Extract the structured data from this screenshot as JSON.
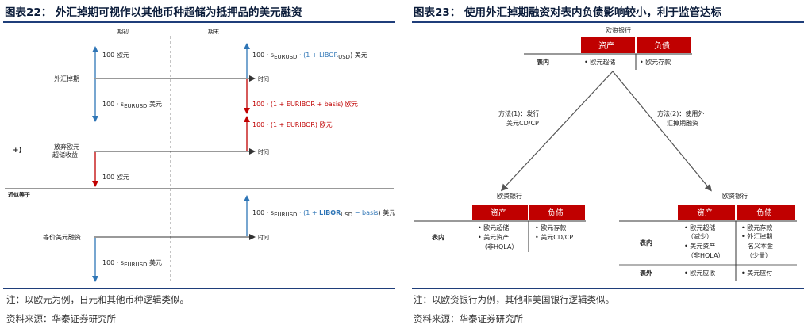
{
  "left": {
    "title": "图表22：  外汇掉期可视作以其他币种超储为抵押品的美元融资",
    "col_initial": "期初",
    "col_final": "期末",
    "row1_label": "外汇掉期",
    "row1_up_initial": "100 欧元",
    "row1_up_final_a": "100 · s",
    "row1_up_final_sub": "EURUSD",
    "row1_up_final_b": " · (1 + LIBOR",
    "row1_up_final_sub2": "USD",
    "row1_up_final_c": ") 美元",
    "row1_time": "时间",
    "row1_down_initial_a": "100 · s",
    "row1_down_initial_sub": "EURUSD",
    "row1_down_initial_b": " 美元",
    "row1_down_final": "100 · (1 + EURIBOR + basis) 欧元",
    "plus": "+)",
    "row2_label_1": "放弃欧元",
    "row2_label_2": "超储收益",
    "row2_up_final": "100 · (1 + EURIBOR) 欧元",
    "row2_time": "时间",
    "row2_down_initial": "100 欧元",
    "approx": "近似等于",
    "row3_label": "等价美元融资",
    "row3_up_final_a": "100 · s",
    "row3_up_final_sub": "EURUSD",
    "row3_up_final_b": " · (1 + ",
    "row3_up_final_c": "LIBOR",
    "row3_up_final_sub2": "USD",
    "row3_up_final_d": " − basis",
    "row3_up_final_e": ") 美元",
    "row3_time": "时间",
    "row3_down_initial_a": "100 · s",
    "row3_down_initial_sub": "EURUSD",
    "row3_down_initial_b": " 美元",
    "note": "注：以欧元为例，日元和其他币种逻辑类似。",
    "source": "资料来源：华泰证券研究所"
  },
  "right": {
    "title": "图表23：  使用外汇掉期融资对表内负债影响较小，利于监管达标",
    "top_bank": "欧资银行",
    "hdr_assets": "资产",
    "hdr_liab": "负债",
    "top_row_label": "表内",
    "top_assets": "• 欧元超储",
    "top_liab": "• 欧元存款",
    "method1_1": "方法(1)：发行",
    "method1_2": "美元CD/CP",
    "method2_1": "方法(2)：使用外",
    "method2_2": "汇掉期融资",
    "bl_bank": "欧资银行",
    "bl_row_label": "表内",
    "bl_assets_1": "• 欧元超储",
    "bl_assets_2": "• 美元资产",
    "bl_assets_3": "（非HQLA）",
    "bl_liab_1": "• 欧元存款",
    "bl_liab_2": "• 美元CD/CP",
    "br_bank": "欧资银行",
    "br_row1_label": "表内",
    "br_row2_label": "表外",
    "br_assets_1": "• 欧元超储",
    "br_assets_2": "（减少）",
    "br_assets_3": "• 美元资产",
    "br_assets_4": "（非HQLA）",
    "br_assets_5": "• 欧元应收",
    "br_liab_1": "• 欧元存款",
    "br_liab_2": "• 外汇掉期",
    "br_liab_3": "名义本金",
    "br_liab_4": "（少量）",
    "br_liab_5": "• 美元应付",
    "note": "注：以欧资银行为例，其他非美国银行逻辑类似。",
    "source": "资料来源：华泰证券研究所"
  },
  "colors": {
    "accent_red": "#c00000",
    "arrow_blue": "#2e75b6",
    "arrow_red": "#c00000",
    "title_rule": "#1f3e7a",
    "math_blue": "#2e75b6"
  }
}
